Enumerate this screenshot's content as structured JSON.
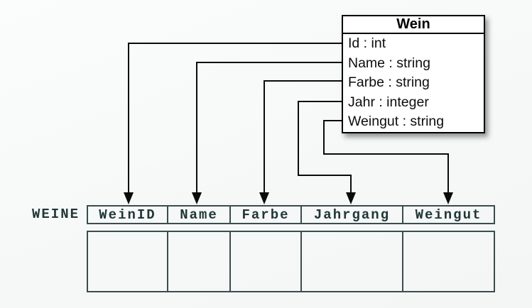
{
  "diagram": {
    "class_box": {
      "title": "Wein",
      "attributes": [
        "Id : int",
        "Name : string",
        "Farbe : string",
        "Jahr : integer",
        "Weingut : string"
      ]
    },
    "table": {
      "label": "WEINE",
      "columns": [
        "WeinID",
        "Name",
        "Farbe",
        "Jahrgang",
        "Weingut"
      ]
    },
    "mappings": [
      {
        "from": "Id",
        "to": "WeinID"
      },
      {
        "from": "Name",
        "to": "Name"
      },
      {
        "from": "Farbe",
        "to": "Farbe"
      },
      {
        "from": "Jahr",
        "to": "Jahrgang"
      },
      {
        "from": "Weingut",
        "to": "Weingut"
      }
    ],
    "colors": {
      "background": "#f7f8f8",
      "connector": "#0b0b0b",
      "box_border": "#000000",
      "box_fill": "#ffffff",
      "table_border": "#3b4c4c",
      "table_text": "#223636"
    }
  }
}
